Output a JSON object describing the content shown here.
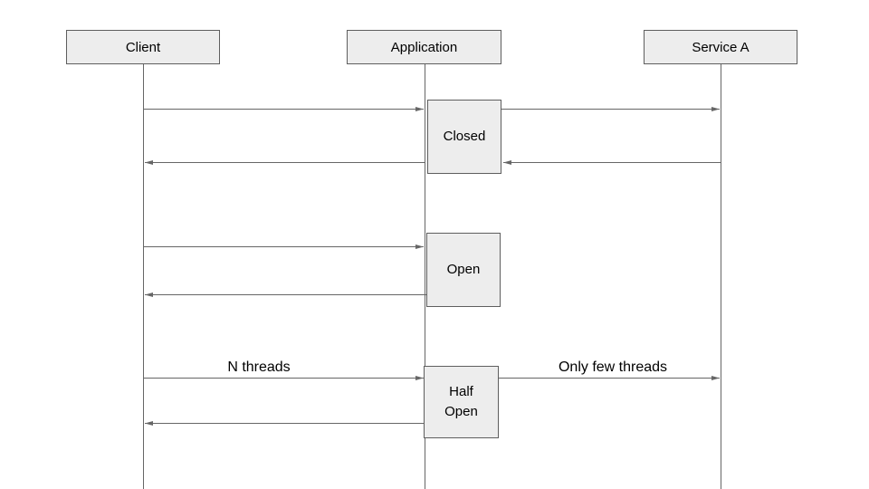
{
  "diagram": {
    "type": "sequence-diagram",
    "background": "#ffffff"
  },
  "colors": {
    "box_fill": "#ededed",
    "box_border": "#5e5e5e",
    "line": "#666666",
    "text": "#000000"
  },
  "participants": [
    {
      "label": "Client"
    },
    {
      "label": "Application"
    },
    {
      "label": "Service A"
    }
  ],
  "states": [
    {
      "label": "Closed"
    },
    {
      "label": "Open"
    },
    {
      "label": "Half\nOpen"
    }
  ],
  "message_labels": {
    "n_threads": "N threads",
    "only_few_threads": "Only few threads"
  }
}
